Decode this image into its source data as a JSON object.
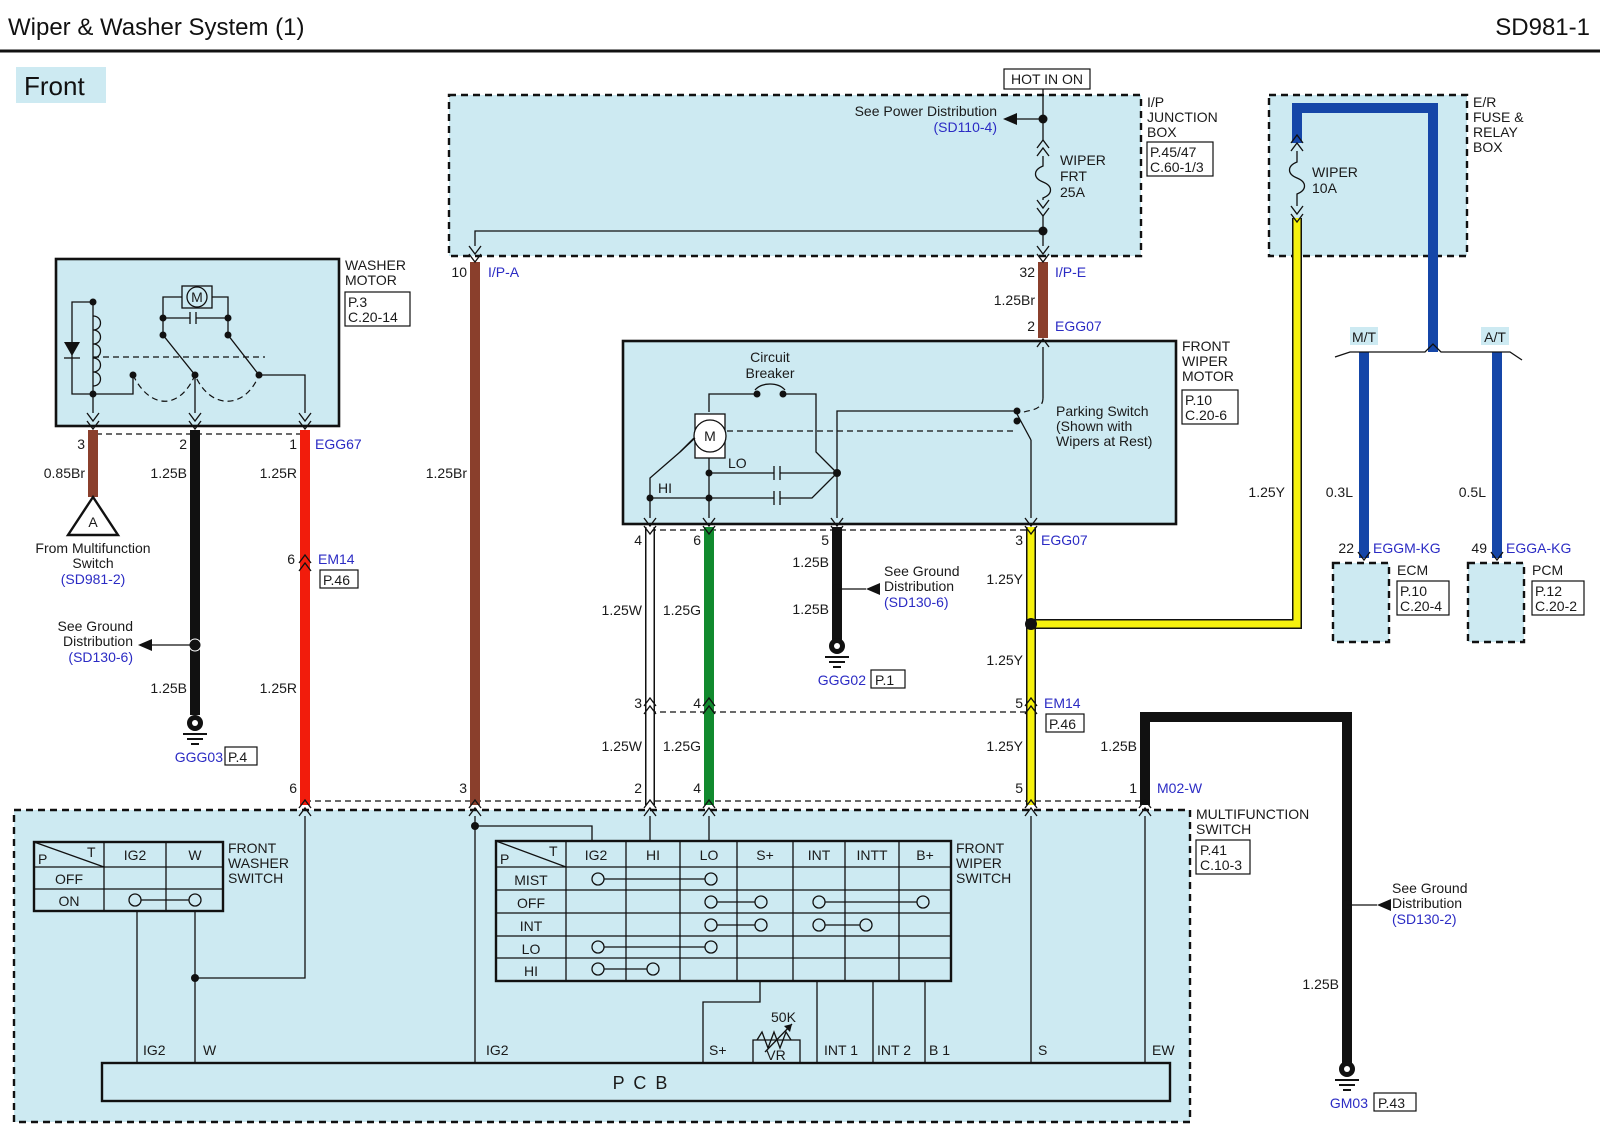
{
  "header": {
    "title": "Wiper & Washer System (1)",
    "code": "SD981-1"
  },
  "section_tag": "Front",
  "hot_in_on": "HOT IN ON",
  "ip_junction": {
    "name": [
      "I/P",
      "JUNCTION",
      "BOX"
    ],
    "ref": [
      "P.45/47",
      "C.60-1/3"
    ],
    "see_power": "See Power Distribution",
    "see_power_ref": "(SD110-4)",
    "fuse": [
      "WIPER",
      "FRT",
      "25A"
    ],
    "pin_a": "10",
    "conn_a": "I/P-A",
    "pin_e": "32",
    "conn_e": "I/P-E"
  },
  "er_fuse": {
    "name": [
      "E/R",
      "FUSE &",
      "RELAY",
      "BOX"
    ],
    "fuse": [
      "WIPER",
      "10A"
    ],
    "mt": "M/T",
    "at": "A/T",
    "wire_mt": "0.3L",
    "wire_at": "0.5L",
    "ecm_pin": "22",
    "ecm_conn": "EGGM-KG",
    "ecm": "ECM",
    "ecm_ref": [
      "P.10",
      "C.20-4"
    ],
    "pcm_pin": "49",
    "pcm_conn": "EGGA-KG",
    "pcm": "PCM",
    "pcm_ref": [
      "P.12",
      "C.20-2"
    ]
  },
  "washer_motor": {
    "name": [
      "WASHER",
      "MOTOR"
    ],
    "ref": [
      "P.3",
      "C.20-14"
    ],
    "motor_symbol": "M",
    "pins": [
      "3",
      "2",
      "1"
    ],
    "conn": "EGG67",
    "wires": [
      "0.85Br",
      "1.25B",
      "1.25R"
    ],
    "from_label": [
      "From Multifunction",
      "Switch"
    ],
    "from_ref": "(SD981-2)",
    "connector_letter": "A",
    "ground_see": [
      "See Ground",
      "Distribution"
    ],
    "ground_ref": "(SD130-6)",
    "ground_wire": "1.25B",
    "ground_name": "GGG03",
    "ground_page": "P.4"
  },
  "em14_left": {
    "pin": "6",
    "conn": "EM14",
    "page": "P.46",
    "wire_lower": "1.25R"
  },
  "front_wiper_motor": {
    "name": [
      "FRONT",
      "WIPER",
      "MOTOR"
    ],
    "ref": [
      "P.10",
      "C.20-6"
    ],
    "top_pin": "2",
    "top_conn": "EGG07",
    "top_wire": "1.25Br",
    "circuit_breaker": [
      "Circuit",
      "Breaker"
    ],
    "motor_symbol": "M",
    "lo": "LO",
    "hi": "HI",
    "parking": [
      "Parking Switch",
      "(Shown with",
      "Wipers at Rest)"
    ],
    "pins": [
      "4",
      "6",
      "5",
      "3"
    ],
    "bottom_conn": "EGG07",
    "wires_upper": [
      "1.25W",
      "1.25G",
      "1.25B",
      "1.25Y"
    ],
    "ground_see": [
      "See Ground",
      "Distribution"
    ],
    "ground_ref": "(SD130-6)",
    "ground_wire_lower": "1.25B",
    "ground_name": "GGG02",
    "ground_page": "P.1",
    "y_wire_mid": "1.25Y",
    "er_wire": "1.25Y"
  },
  "em14_mid": {
    "pins": [
      "3",
      "4",
      "5"
    ],
    "conn": "EM14",
    "page": "P.46",
    "wires": [
      "1.25W",
      "1.25G",
      "1.25Y"
    ]
  },
  "ip_wire": "1.25Br",
  "m02": {
    "pin": "1",
    "conn": "M02-W",
    "wire": "1.25B",
    "ground_see": [
      "See Ground",
      "Distribution"
    ],
    "ground_ref": "(SD130-2)",
    "ground_wire": "1.25B",
    "ground_name": "GM03",
    "ground_page": "P.43"
  },
  "multifunction": {
    "name": [
      "MULTIFUNCTION",
      "SWITCH"
    ],
    "ref": [
      "P.41",
      "C.10-3"
    ],
    "top_pins": [
      "6",
      "3",
      "2",
      "4",
      "5",
      "1"
    ],
    "washer_switch": {
      "name": [
        "FRONT",
        "WASHER",
        "SWITCH"
      ],
      "corner": [
        "P",
        "T"
      ],
      "cols": [
        "IG2",
        "W"
      ],
      "rows": [
        "OFF",
        "ON"
      ]
    },
    "wiper_switch": {
      "name": [
        "FRONT",
        "WIPER",
        "SWITCH"
      ],
      "corner": [
        "P",
        "T"
      ],
      "cols": [
        "IG2",
        "HI",
        "LO",
        "S+",
        "INT",
        "INTT",
        "B+"
      ],
      "rows": [
        "MIST",
        "OFF",
        "INT",
        "LO",
        "HI"
      ]
    },
    "vr": [
      "50K",
      "VR"
    ],
    "pcb": "P C B",
    "pcb_pins": [
      "IG2",
      "W",
      "IG2",
      "S+",
      "INT 1",
      "INT 2",
      "B 1",
      "S",
      "EW"
    ]
  },
  "colors": {
    "brown": "#8a3f2c",
    "black": "#111111",
    "red": "#f21c0c",
    "green": "#118a2e",
    "yellow": "#f6f20e",
    "blue": "#1546a8",
    "white": "#ffffff",
    "fill": "#cdeaf2",
    "label_blue": "#2b2bc4"
  }
}
